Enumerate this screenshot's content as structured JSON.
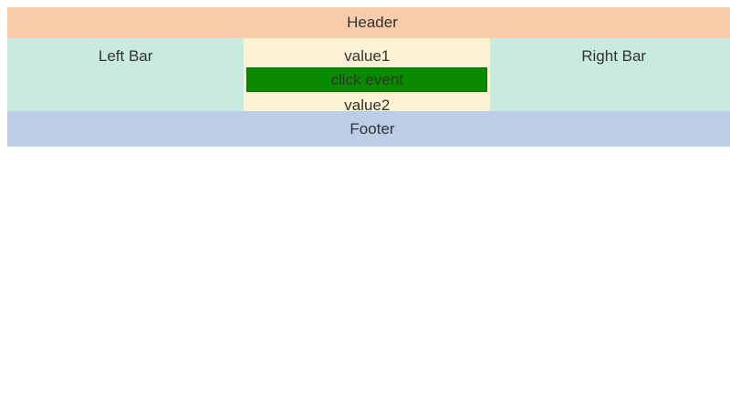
{
  "header": {
    "label": "Header",
    "bg": "#f9cdac"
  },
  "middle": {
    "left_bar": {
      "label": "Left Bar",
      "bg": "#c9eadf"
    },
    "center": {
      "bg": "#fbf1d3",
      "value1": "value1",
      "button_label": "click event",
      "button_bg": "#0a8a00",
      "button_border": "#0c6d00",
      "value2": "value2"
    },
    "right_bar": {
      "label": "Right Bar",
      "bg": "#c9eadf"
    }
  },
  "footer": {
    "label": "Footer",
    "bg": "#bccde8"
  },
  "colors": {
    "page_bg": "#ffffff",
    "text": "#333333"
  }
}
